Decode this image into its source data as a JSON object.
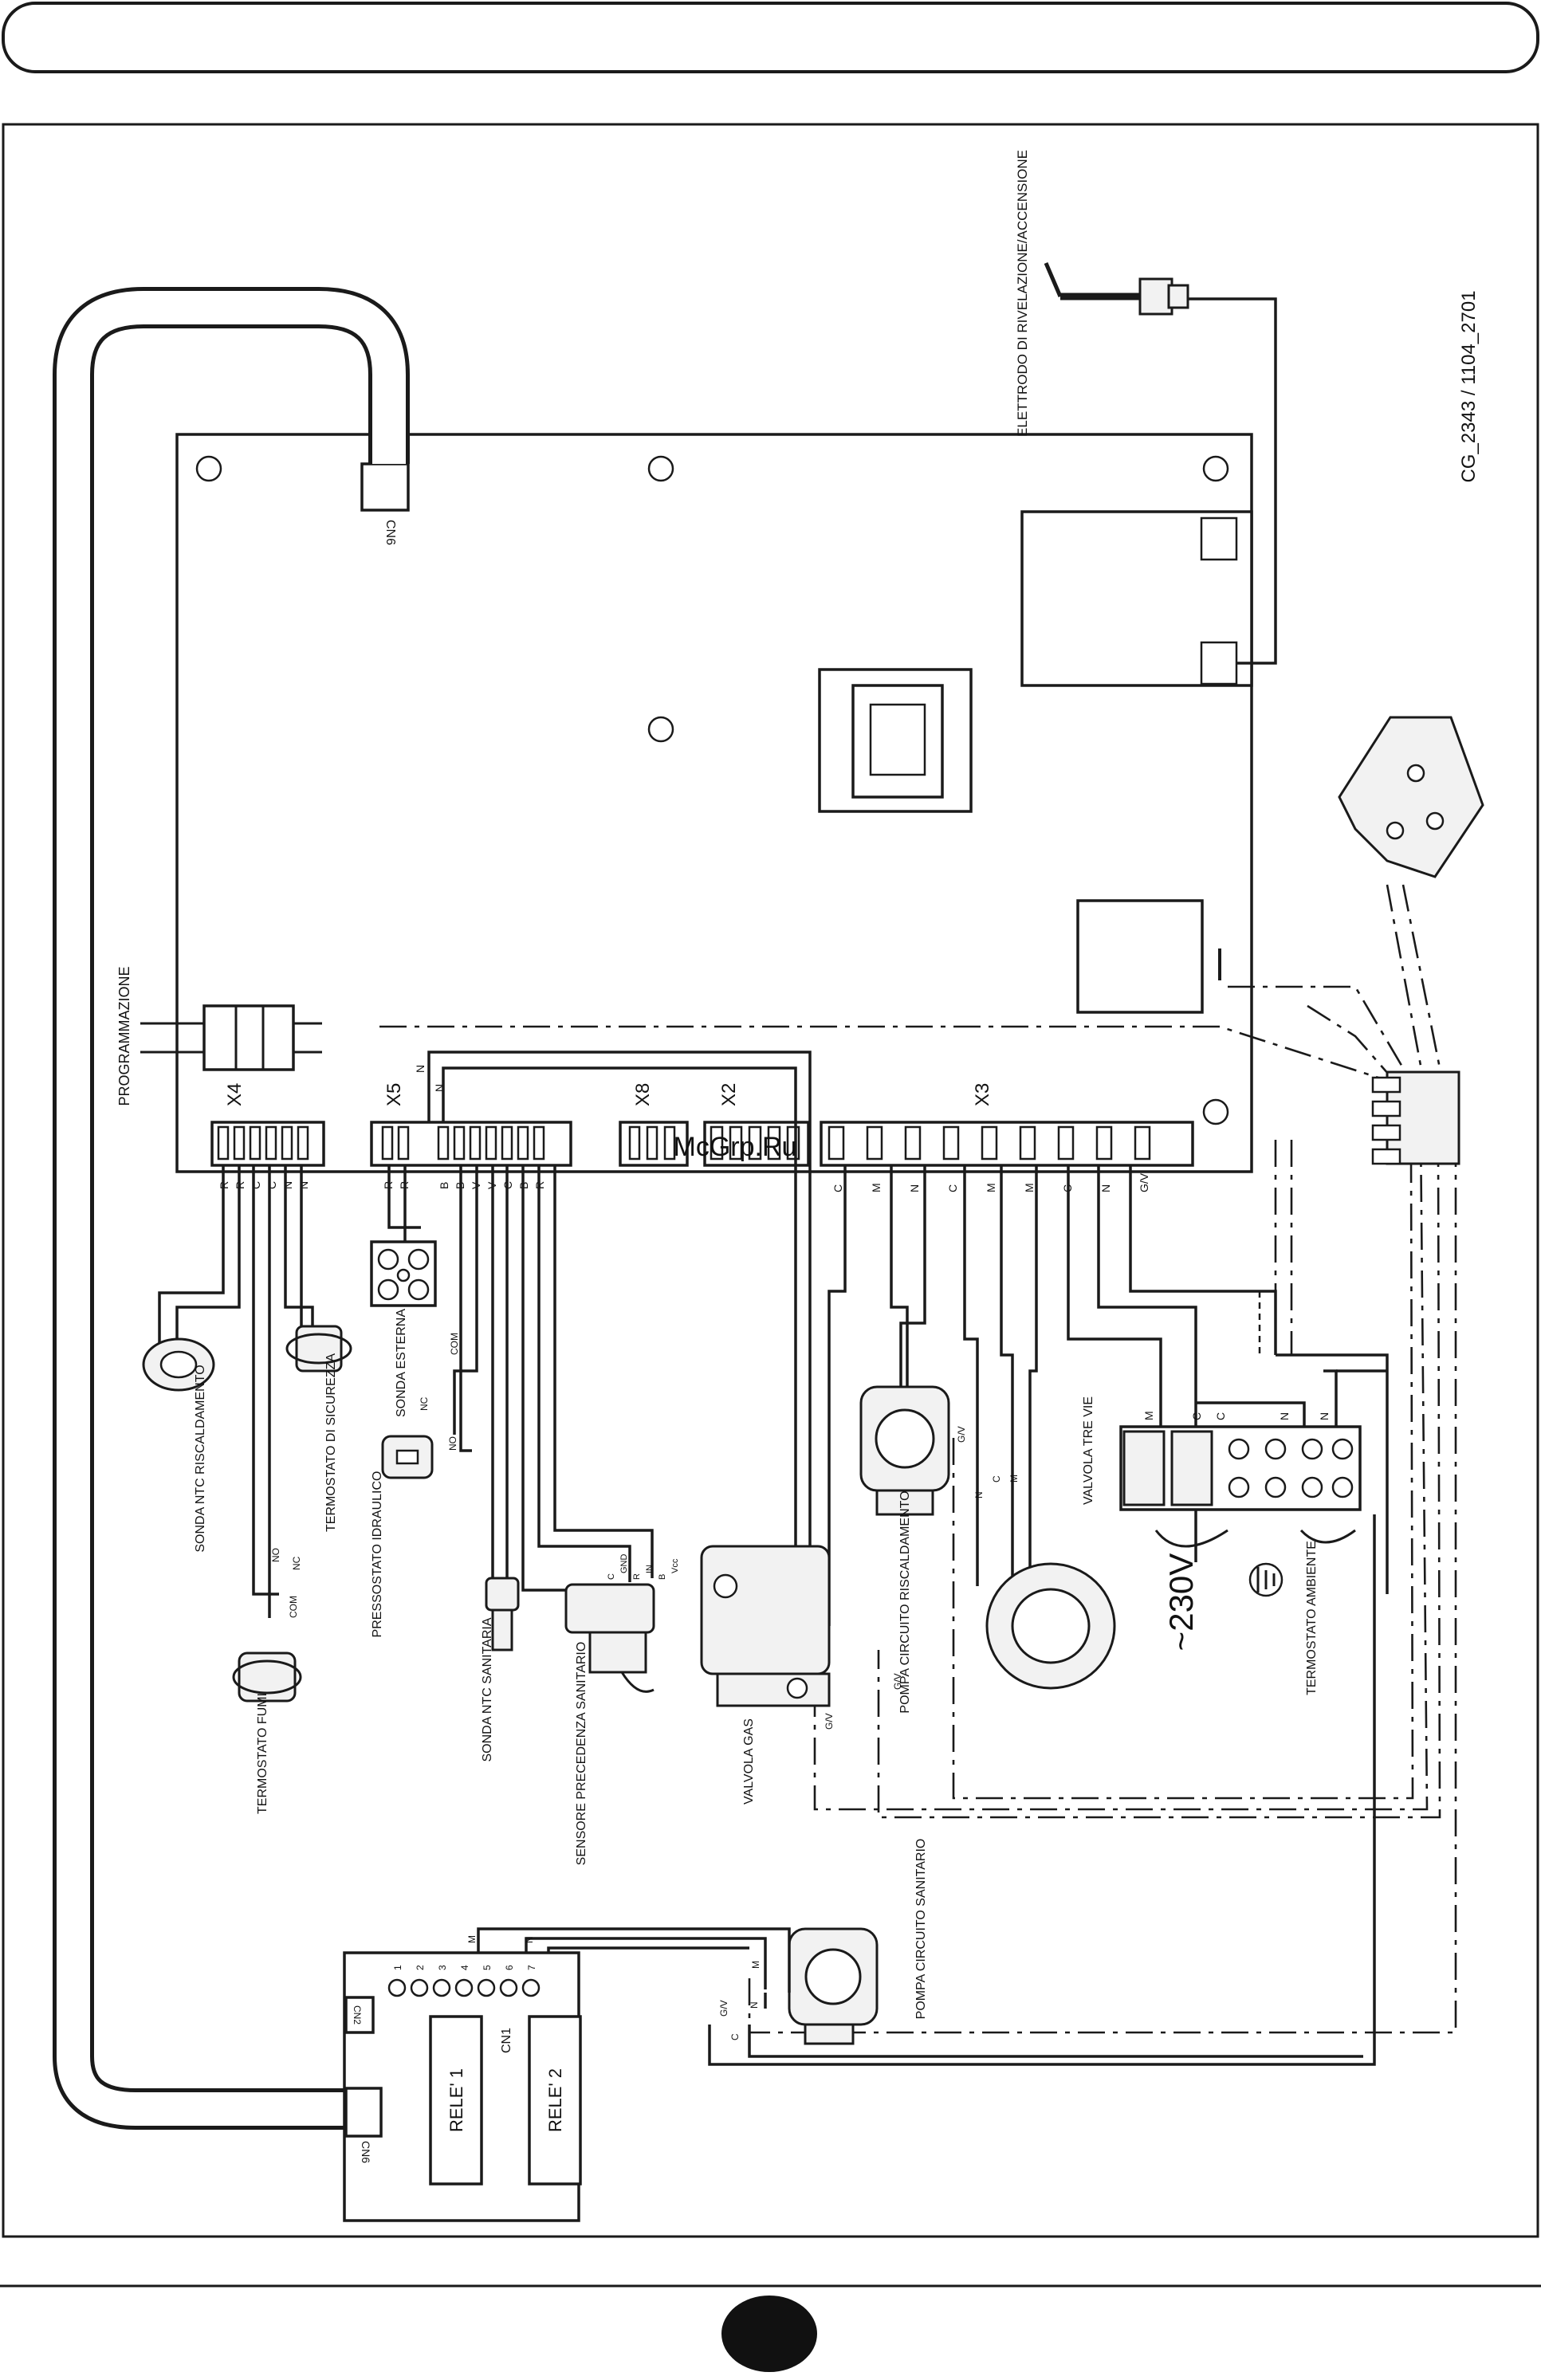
{
  "header": {
    "title": ""
  },
  "drawing_code": "CG_2343 / 1104_2701",
  "watermark": "McGrp.Ru",
  "page_number": "",
  "board": {
    "connectors": {
      "x4": "X4",
      "x5": "X5",
      "x8": "X8",
      "x2": "X2",
      "x3": "X3",
      "cn6": "CN6",
      "programming": "PROGRAMMAZIONE"
    },
    "x4_pins": [
      "R",
      "R",
      "C",
      "C",
      "N",
      "N"
    ],
    "x5_pins": [
      "R",
      "R",
      "B",
      "B",
      "V",
      "V",
      "C",
      "B",
      "R"
    ],
    "x5_top_pins": [
      "N",
      "N"
    ],
    "x3_pins": [
      "C",
      "M",
      "N",
      "C",
      "M",
      "M",
      "C",
      "N",
      "G/V"
    ]
  },
  "components": {
    "electrode": "ELETTRODO DI RIVELAZIONE/ACCENSIONE",
    "ntc_heating": "SONDA NTC RISCALDAMENTO",
    "safety_thermostat": "TERMOSTATO DI SICUREZZA",
    "external_probe": "SONDA ESTERNA",
    "hydraulic_pressure_switch": "PRESSOSTATO IDRAULICO",
    "fumes_thermostat": "TERMOSTATO FUMI",
    "ntc_dhw": "SONDA NTC SANITARIA",
    "dhw_priority_sensor": "SENSORE PRECEDENZA SANITARIO",
    "gas_valve": "VALVOLA GAS",
    "heating_pump": "POMPA CIRCUITO RISCALDAMENTO",
    "three_way_valve": "VALVOLA TRE VIE",
    "room_thermostat": "TERMOSTATO AMBIENTE",
    "dhw_pump": "POMPA CIRCUITO SANITARIO",
    "mains_voltage": "~230V"
  },
  "switch_labels": {
    "com": "COM",
    "nc": "NC",
    "no": "NO"
  },
  "sensor_pins": [
    "C",
    "GND",
    "R",
    "IN",
    "B",
    "Vcc"
  ],
  "pump_wires": {
    "gv": "G/V",
    "n": "N",
    "c": "C",
    "m": "M"
  },
  "terminal_block": {
    "labels": [
      "M",
      "C",
      "C",
      "N",
      "N"
    ]
  },
  "relay_board": {
    "relay1": "RELE' 1",
    "relay2": "RELE' 2",
    "cn1": "CN1",
    "cn2": "CN2",
    "cn6": "CN6",
    "pins": [
      "1",
      "2",
      "3",
      "4",
      "5",
      "6",
      "7"
    ],
    "wire_m": "M",
    "wire_n": "N"
  }
}
